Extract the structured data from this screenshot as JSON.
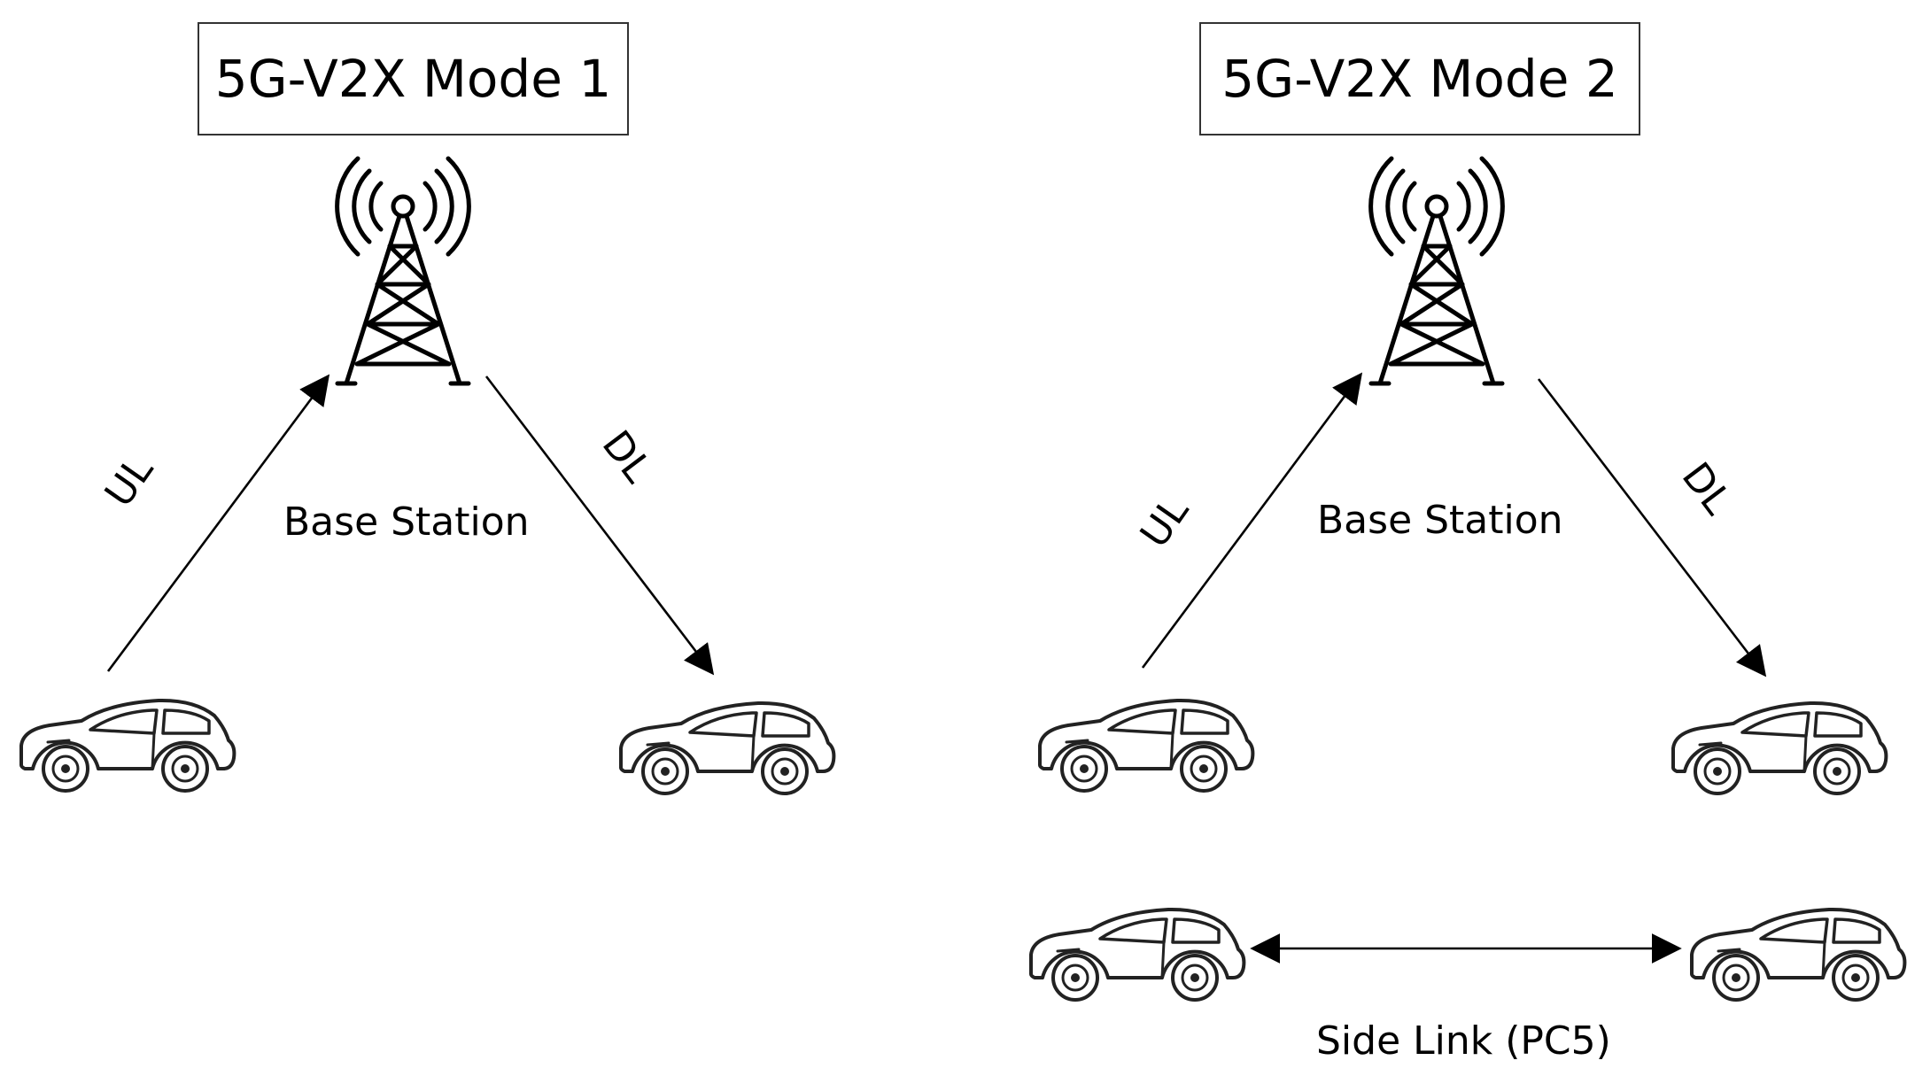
{
  "mode1": {
    "title": "5G-V2X Mode 1",
    "uplink": "UL",
    "downlink": "DL",
    "station": "Base Station"
  },
  "mode2": {
    "title": "5G-V2X Mode 2",
    "uplink": "UL",
    "downlink": "DL",
    "station": "Base Station",
    "sidelink": "Side Link (PC5)"
  },
  "icons": [
    "cell-tower-icon",
    "car-icon"
  ]
}
